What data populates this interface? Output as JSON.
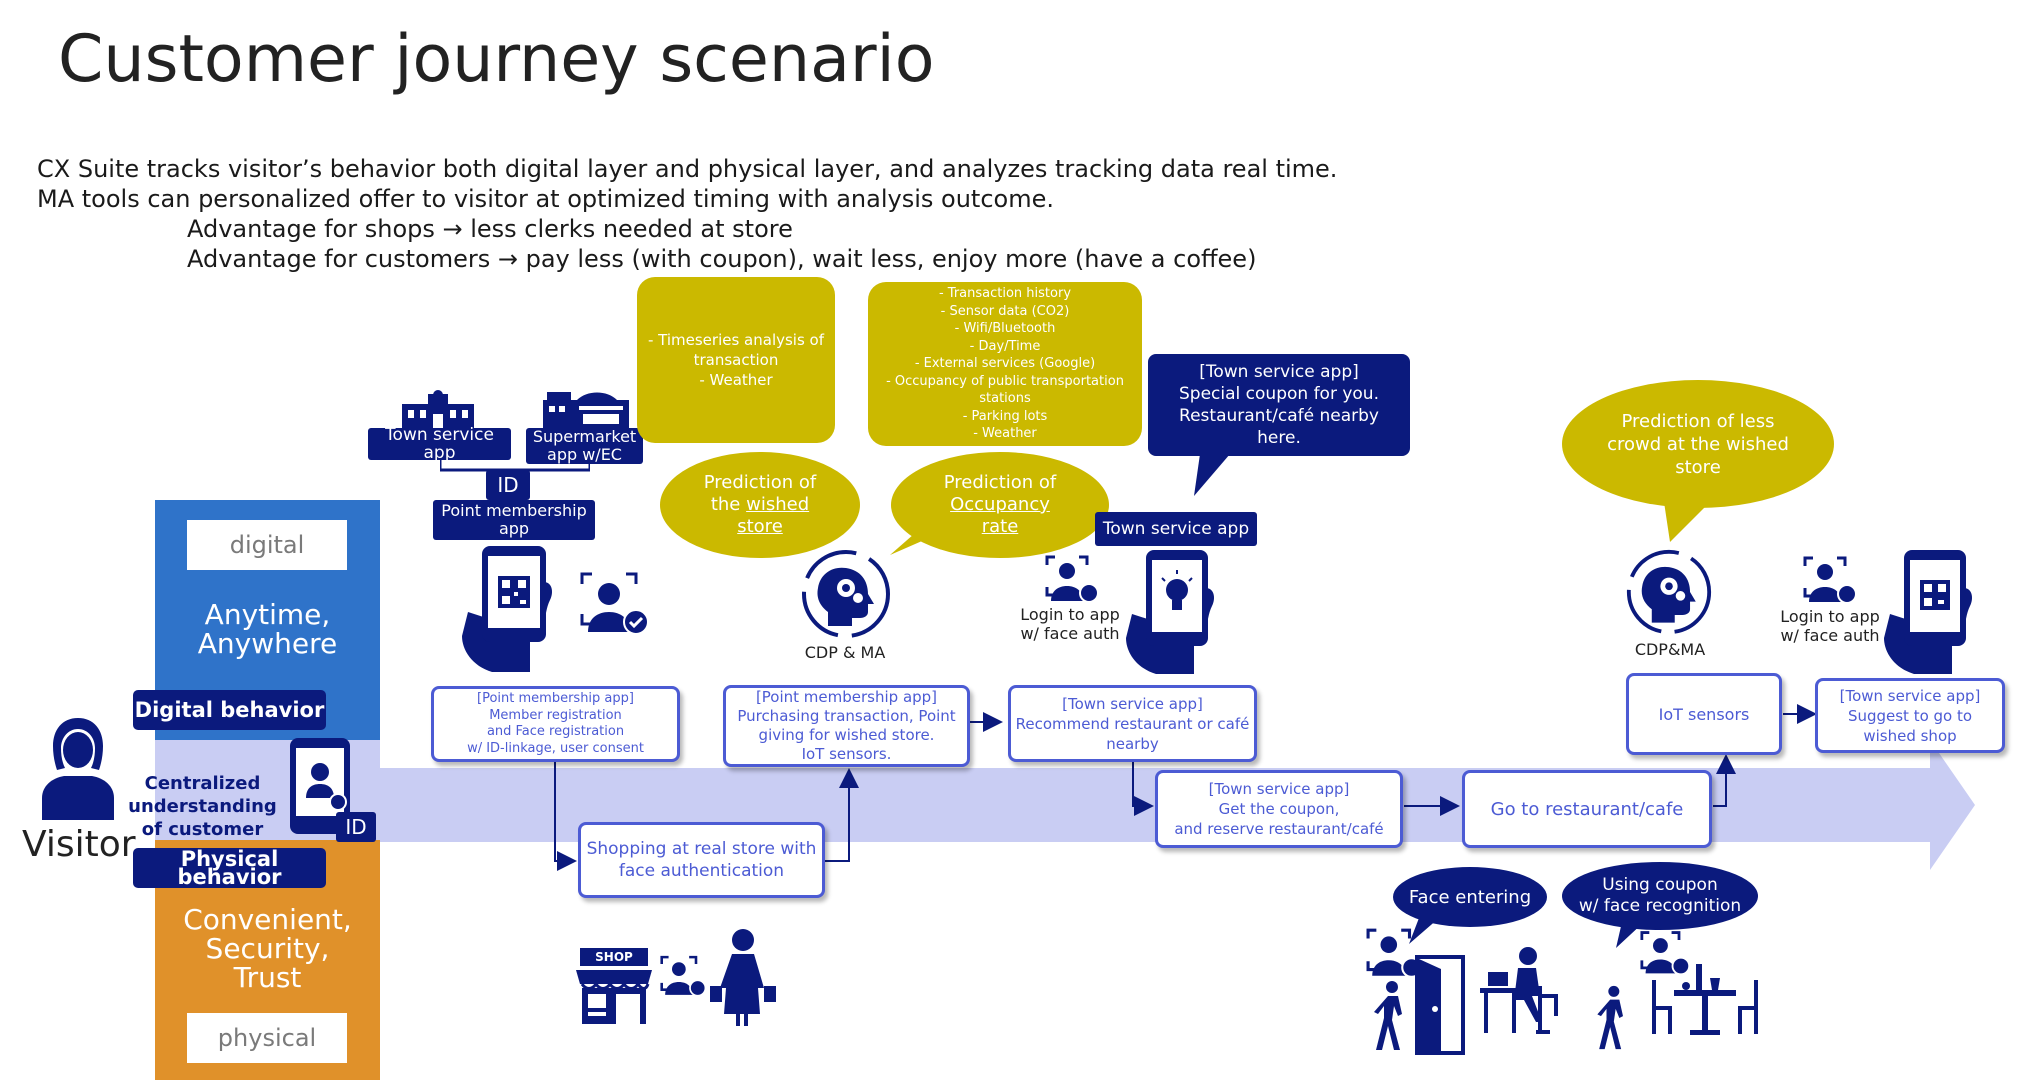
{
  "title": "Customer journey scenario",
  "intro": {
    "line1": "CX Suite tracks visitor’s behavior both digital layer and physical layer, and analyzes tracking data real time.",
    "line2": "MA tools can personalized offer to visitor at optimized timing with analysis outcome.",
    "line3": "Advantage for shops → less clerks needed at store",
    "line4": "Advantage for customers → pay less (with coupon), wait less, enjoy more (have a coffee)"
  },
  "left": {
    "digital_label": "digital",
    "anytime": "Anytime, Anywhere",
    "digital_behavior": "Digital behavior",
    "centralized": "Centralized understanding of customer",
    "physical_behavior": "Physical behavior",
    "convenient": "Convenient, Security, Trust",
    "physical_label": "physical",
    "visitor": "Visitor",
    "id_badge": "ID"
  },
  "apps": {
    "town_service": "Town service app",
    "supermarket": "Supermarket app w/EC",
    "id": "ID",
    "point_membership": "Point membership app",
    "town_service_2": "Town service app"
  },
  "analysis": {
    "box1": [
      "- Timeseries analysis of",
      "transaction",
      "- Weather"
    ],
    "box2": [
      "- Transaction history",
      "- Sensor data (CO2)",
      "- Wifi/Bluetooth",
      "- Day/Time",
      "- External services (Google)",
      "- Occupancy of public transportation",
      "stations",
      "- Parking lots",
      "- Weather"
    ],
    "pred1_a": "Prediction of",
    "pred1_b": "the",
    "pred1_c": "wished",
    "pred1_d": "store",
    "pred2_a": "Prediction of",
    "pred2_b": "Occupancy",
    "pred2_c": "rate",
    "pred3": [
      "Prediction of less",
      "crowd at the wished",
      "store"
    ]
  },
  "coupon_bubble": [
    "[Town service app]",
    "Special coupon for you.",
    "Restaurant/café nearby",
    "here."
  ],
  "captions": {
    "cdp1": "CDP & MA",
    "cdp2": "CDP&MA",
    "login1": [
      "Login to app",
      "w/ face auth"
    ],
    "login2": [
      "Login to app",
      "w/ face auth"
    ],
    "shop_sign": "SHOP"
  },
  "steps": {
    "s1": [
      "[Point membership app]",
      "Member registration",
      "and Face registration",
      "w/ ID-linkage, user consent"
    ],
    "s2": [
      "Shopping at real store with",
      "face authentication"
    ],
    "s3": [
      "[Point membership app]",
      "Purchasing transaction, Point",
      "giving for wished store.",
      "IoT sensors."
    ],
    "s4": [
      "[Town service app]",
      "Recommend restaurant or café",
      "nearby"
    ],
    "s5": [
      "[Town service app]",
      "Get the coupon,",
      "and reserve restaurant/café"
    ],
    "s6": "Go to restaurant/cafe",
    "s7": "IoT sensors",
    "s8": [
      "[Town service app]",
      "Suggest to go to",
      "wished shop"
    ]
  },
  "physical_bubbles": {
    "face_entering": "Face entering",
    "coupon_face": [
      "Using coupon",
      "w/ face recognition"
    ]
  },
  "colors": {
    "navy": "#0b1a7d",
    "olive": "#cbb900",
    "blue": "#2f73c9",
    "orange": "#e0912a",
    "arrow": "#c9cdf3",
    "step_border": "#4c5bd4"
  }
}
